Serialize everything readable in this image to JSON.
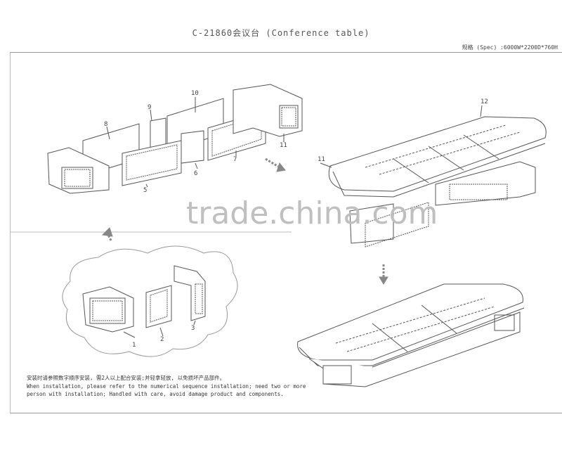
{
  "header": {
    "title": "C-21860会议台 (Conference table)",
    "spec": "规格 (Spec) :6000W*2200D*760H"
  },
  "watermark": "trade.china.com",
  "part_labels": {
    "p1": "1",
    "p2": "2",
    "p3": "3",
    "p5": "5",
    "p6": "6",
    "p7": "7",
    "p8": "8",
    "p9": "9",
    "p10": "10",
    "p11a": "11",
    "p11b": "11",
    "p12": "12"
  },
  "instructions": {
    "line1": "安装时请参照数字顺序安装, 需2人以上配合安装;并轻拿轻放, 以免损坏产品部件。",
    "line2": "When installation, please refer to the numerical sequence installation; need  two or more",
    "line3": "person with installation; Handled with care, avoid damage product and components."
  }
}
